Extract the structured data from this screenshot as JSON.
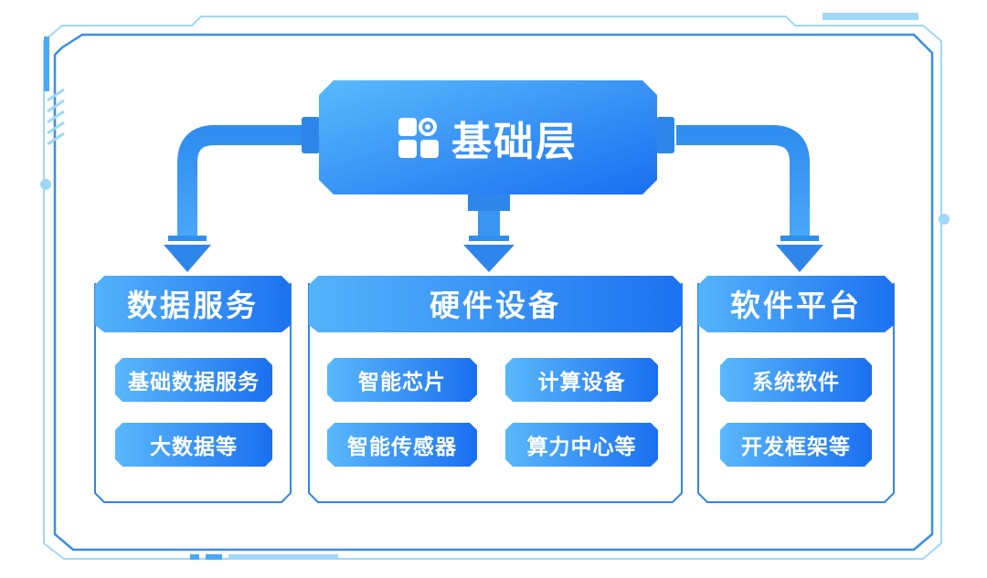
{
  "root": {
    "title": "基础层",
    "icon": "grid-gear-icon"
  },
  "categories": [
    {
      "title": "数据服务",
      "items": [
        "基础数据服务",
        "大数据等"
      ]
    },
    {
      "title": "硬件设备",
      "items": [
        "智能芯片",
        "计算设备",
        "智能传感器",
        "算力中心等"
      ]
    },
    {
      "title": "软件平台",
      "items": [
        "系统软件",
        "开发框架等"
      ]
    }
  ],
  "colors": {
    "primary": "#1d7cf2",
    "light": "#5ab8fb",
    "frame": "#9fd8f9",
    "frame_dark": "#3a8de8",
    "border": "#2f86ea"
  }
}
